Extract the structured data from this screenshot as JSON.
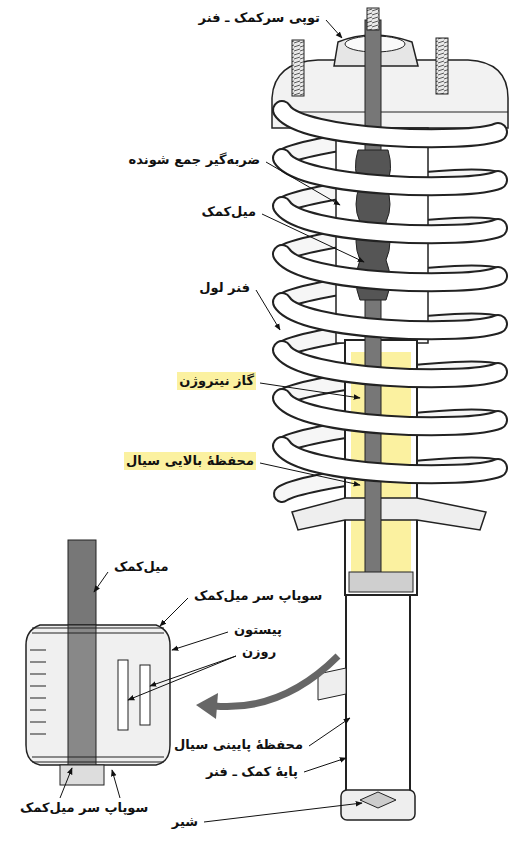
{
  "diagram": {
    "labels": [
      "توپی سرکمک ـ فنر",
      "ضربه‌گیر جمع شونده",
      "میل‌کمک",
      "فنر لول",
      "گاز نیتروژن",
      "محفظهٔ بالایی سیال",
      "میل‌کمک",
      "سوپاپ سر میل‌کمک",
      "پیستون",
      "روزن",
      "محفظهٔ پایینی سیال",
      "پایهٔ کمک ـ فنر",
      "شیر",
      "سوپاپ سر میل‌کمک"
    ]
  }
}
